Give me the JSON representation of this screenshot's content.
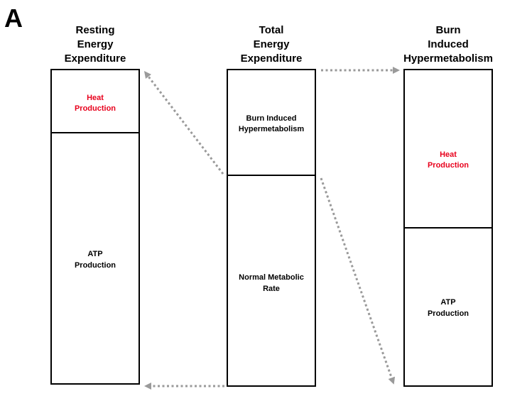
{
  "panel_label": "A",
  "columns": [
    {
      "title": [
        "Resting",
        "Energy",
        "Expenditure"
      ],
      "top": {
        "text": [
          "Heat",
          "Production"
        ],
        "color": "#e8001c"
      },
      "bottom": {
        "text": [
          "ATP",
          "Production"
        ],
        "color": "#000000"
      }
    },
    {
      "title": [
        "Total",
        "Energy",
        "Expenditure"
      ],
      "top": {
        "text": [
          "Burn Induced",
          "Hypermetabolism"
        ],
        "color": "#000000"
      },
      "bottom": {
        "text": [
          "Normal Metabolic",
          "Rate"
        ],
        "color": "#000000"
      }
    },
    {
      "title": [
        "Burn",
        "Induced",
        "Hypermetabolism"
      ],
      "top": {
        "text": [
          "Heat",
          "Production"
        ],
        "color": "#e8001c"
      },
      "bottom": {
        "text": [
          "ATP",
          "Production"
        ],
        "color": "#000000"
      }
    }
  ],
  "arrow_color": "#9a9a9a"
}
